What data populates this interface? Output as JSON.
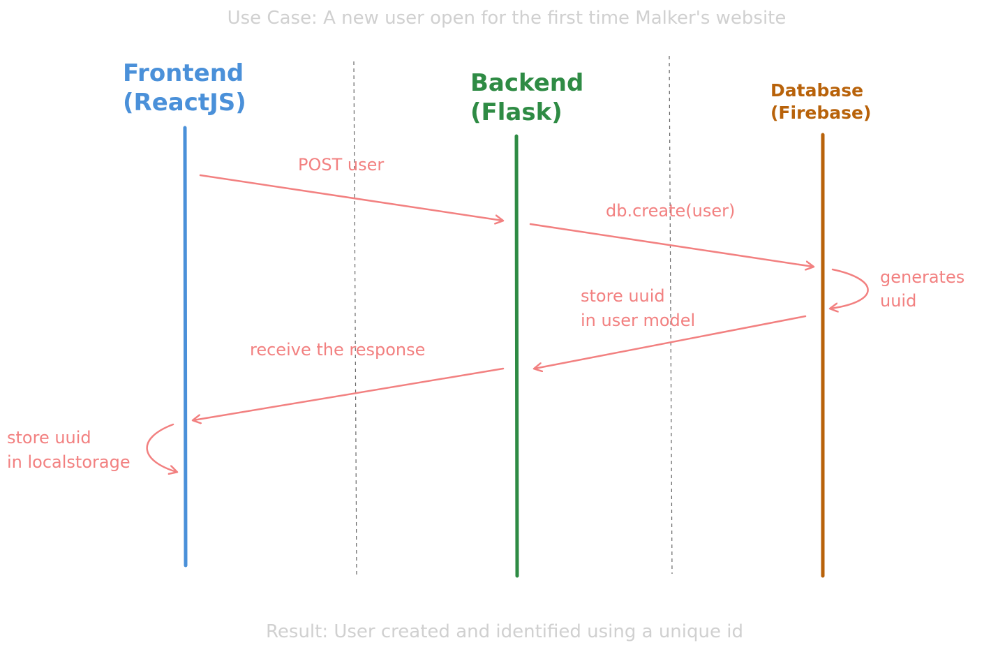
{
  "header": {
    "caption": "Use Case: A new user open for the first time Malker's website"
  },
  "lanes": [
    {
      "title_line1": "Frontend",
      "title_line2": "(ReactJS)",
      "color": "#4a90d9"
    },
    {
      "title_line1": "Backend",
      "title_line2": "(Flask)",
      "color": "#2e8b44"
    },
    {
      "title_line1": "Database",
      "title_line2": "(Firebase)",
      "color": "#b8620a"
    }
  ],
  "messages": {
    "post_user": "POST user",
    "db_create": "db.create(user)",
    "generates_1": "generates",
    "generates_2": "uuid",
    "store_model_1": "store uuid",
    "store_model_2": "in user model",
    "receive_response": "receive the response",
    "store_local_1": "store uuid",
    "store_local_2": "in localstorage"
  },
  "footer": {
    "result": "Result: User created and identified using a unique id"
  },
  "colors": {
    "arrow": "#f28080",
    "caption": "#d0d0d0"
  }
}
